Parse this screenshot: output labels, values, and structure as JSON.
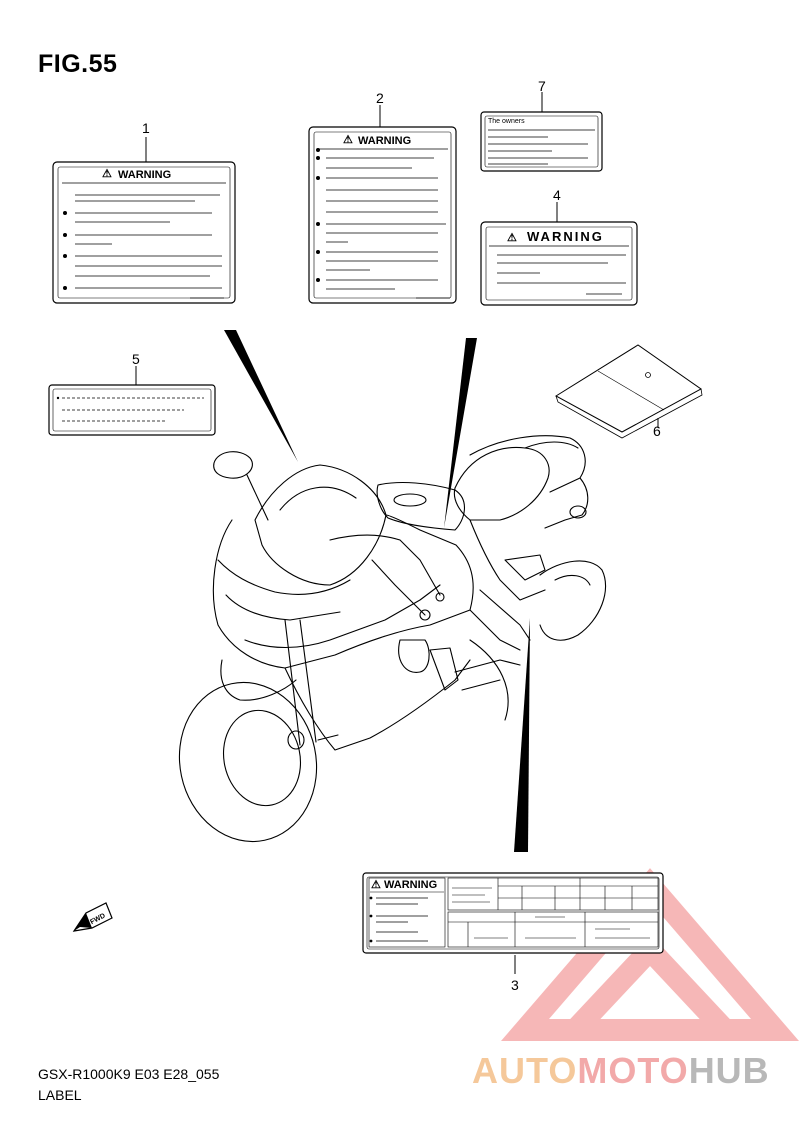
{
  "figure": {
    "title": "FIG.55",
    "code": "GSX-R1000K9 E03 E28_055",
    "label": "LABEL"
  },
  "callouts": [
    "1",
    "2",
    "3",
    "4",
    "5",
    "6",
    "7"
  ],
  "labels": {
    "warning_text": "WARNING",
    "owners_text": "The owners"
  },
  "fwd_text": "FWD",
  "watermark": {
    "part1": "AUTO",
    "part2": "MOTO",
    "part3": "HUB",
    "colors": {
      "orange": "#f5c89a",
      "red": "#f2a9a9",
      "gray": "#b8b8b8"
    }
  }
}
